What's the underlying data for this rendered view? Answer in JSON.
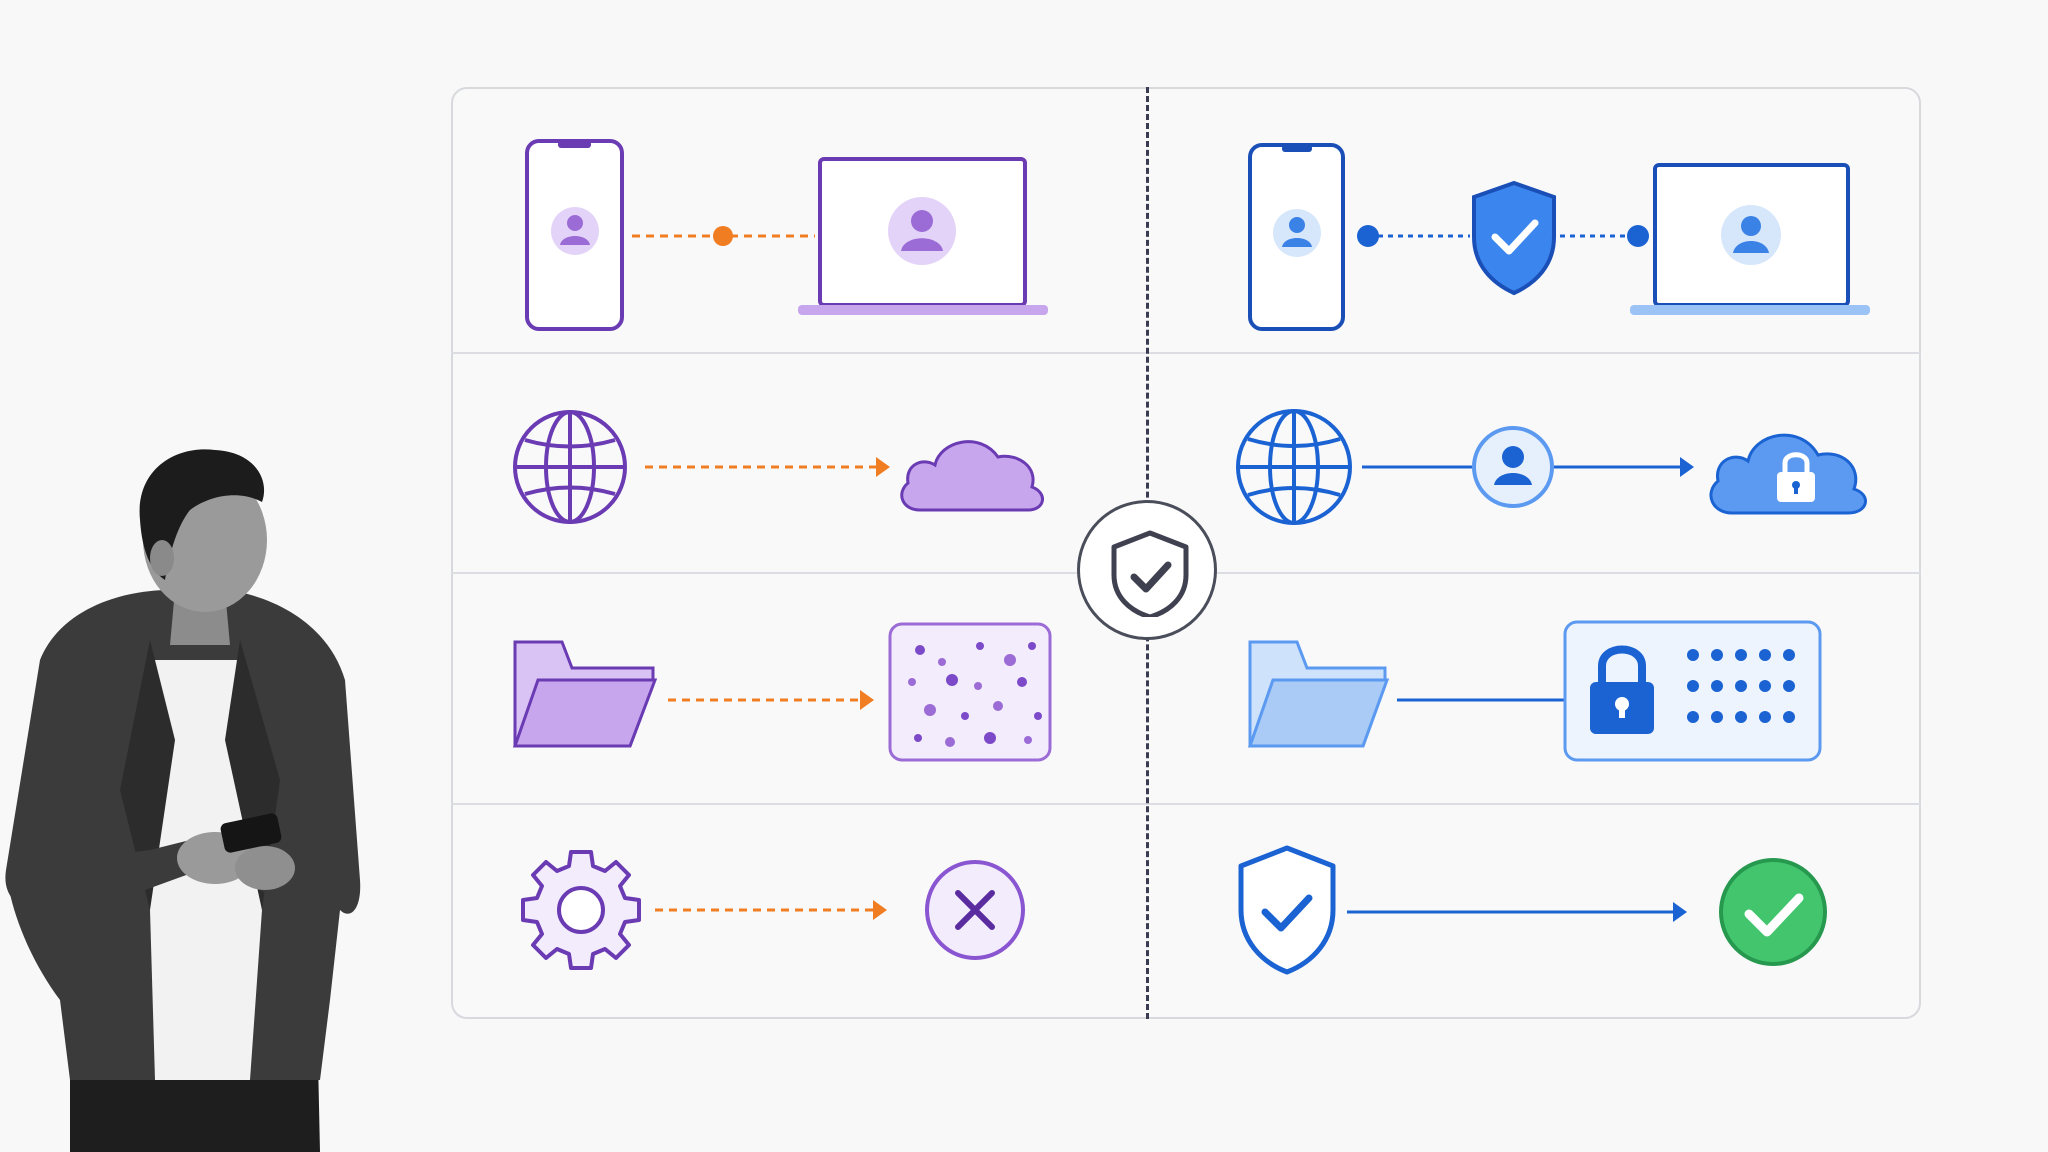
{
  "colors": {
    "insecure_accent": "#6a3bb3",
    "insecure_fill": "#c7a6ee",
    "insecure_arrow": "#f07d22",
    "secure_accent": "#1b63d3",
    "secure_fill": "#9cc3f5",
    "success": "#2fb25c",
    "divider": "#3a3d52"
  },
  "rows": [
    {
      "insecure": {
        "from": "smartphone-icon",
        "connector": "dashed-orange-line-with-node",
        "to": "laptop-icon"
      },
      "secure": {
        "from": "smartphone-icon",
        "via": "shield-check-icon",
        "connector": "dotted-blue-line-with-nodes",
        "to": "laptop-icon"
      }
    },
    {
      "insecure": {
        "from": "globe-icon",
        "connector": "dashed-orange-arrow",
        "to": "cloud-icon"
      },
      "secure": {
        "from": "globe-icon",
        "via": "user-badge-icon",
        "connector": "solid-blue-arrow",
        "to": "cloud-lock-icon"
      }
    },
    {
      "insecure": {
        "from": "folder-icon",
        "connector": "dashed-orange-arrow",
        "to": "scattered-data-icon"
      },
      "secure": {
        "from": "folder-icon",
        "connector": "solid-blue-line",
        "to": "encrypted-lock-icon"
      }
    },
    {
      "insecure": {
        "from": "gear-icon",
        "connector": "dashed-orange-arrow",
        "to": "x-circle-icon"
      },
      "secure": {
        "from": "shield-check-icon",
        "connector": "solid-blue-arrow",
        "to": "check-circle-icon"
      }
    }
  ],
  "center_icon": "shield-check-icon",
  "figure": "person-holding-phone"
}
